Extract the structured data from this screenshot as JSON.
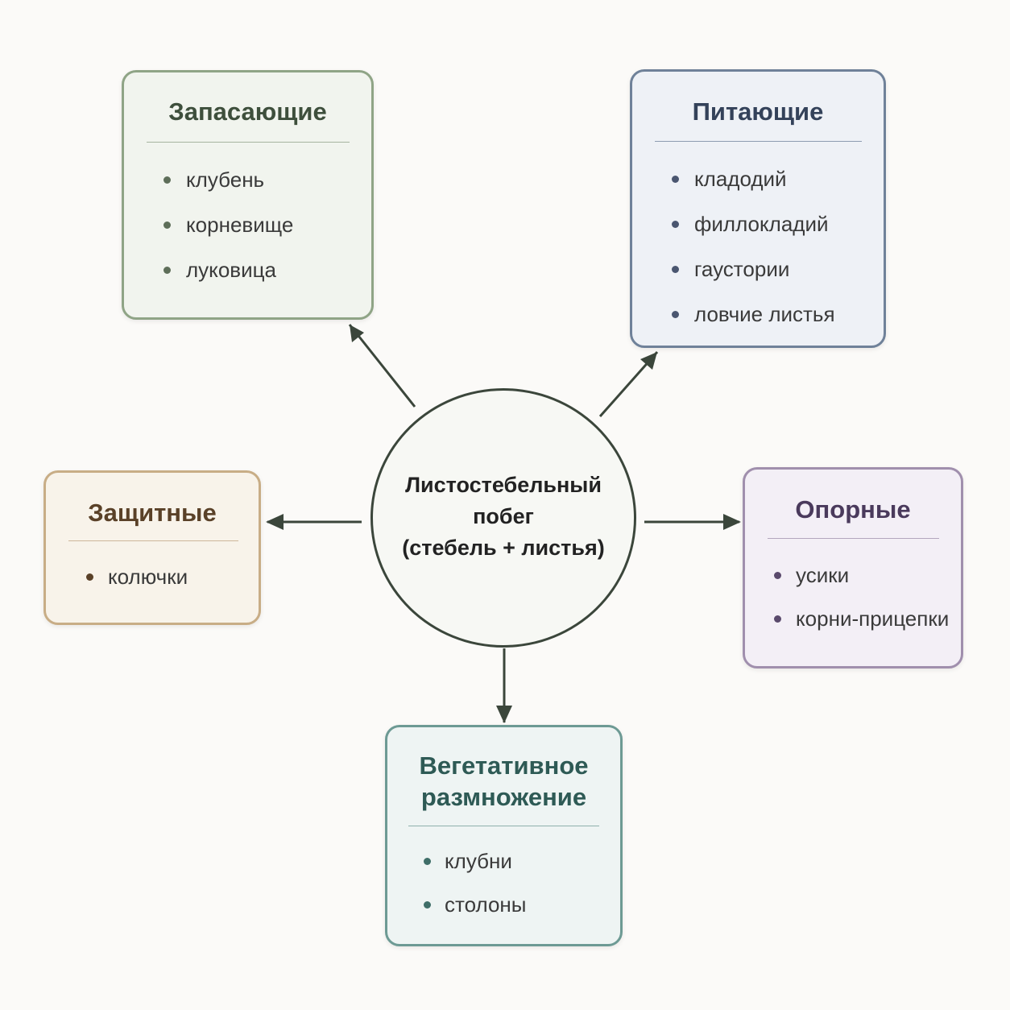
{
  "center": {
    "lines": [
      "Листостебельный",
      "побег",
      "(стебель + листья)"
    ]
  },
  "colors": {
    "arrow": "#3b463b",
    "storage": "#8fa486",
    "nutritive": "#6f8199",
    "protective": "#c8ad86",
    "support": "#a08fad",
    "vegetative": "#6d9a94"
  },
  "boxes": {
    "storage": {
      "title": "Запасающие",
      "items": [
        "клубень",
        "корневище",
        "луковица"
      ]
    },
    "nutritive": {
      "title": "Питающие",
      "items": [
        "кладодий",
        "филлокладий",
        "гаустории",
        "ловчие листья"
      ]
    },
    "protective": {
      "title": "Защитные",
      "items": [
        "колючки"
      ]
    },
    "support": {
      "title": "Опорные",
      "items": [
        "усики",
        "корни-прицепки"
      ]
    },
    "vegetative": {
      "title_lines": [
        "Вегетативное",
        "размножение"
      ],
      "items": [
        "клубни",
        "столоны"
      ]
    }
  }
}
